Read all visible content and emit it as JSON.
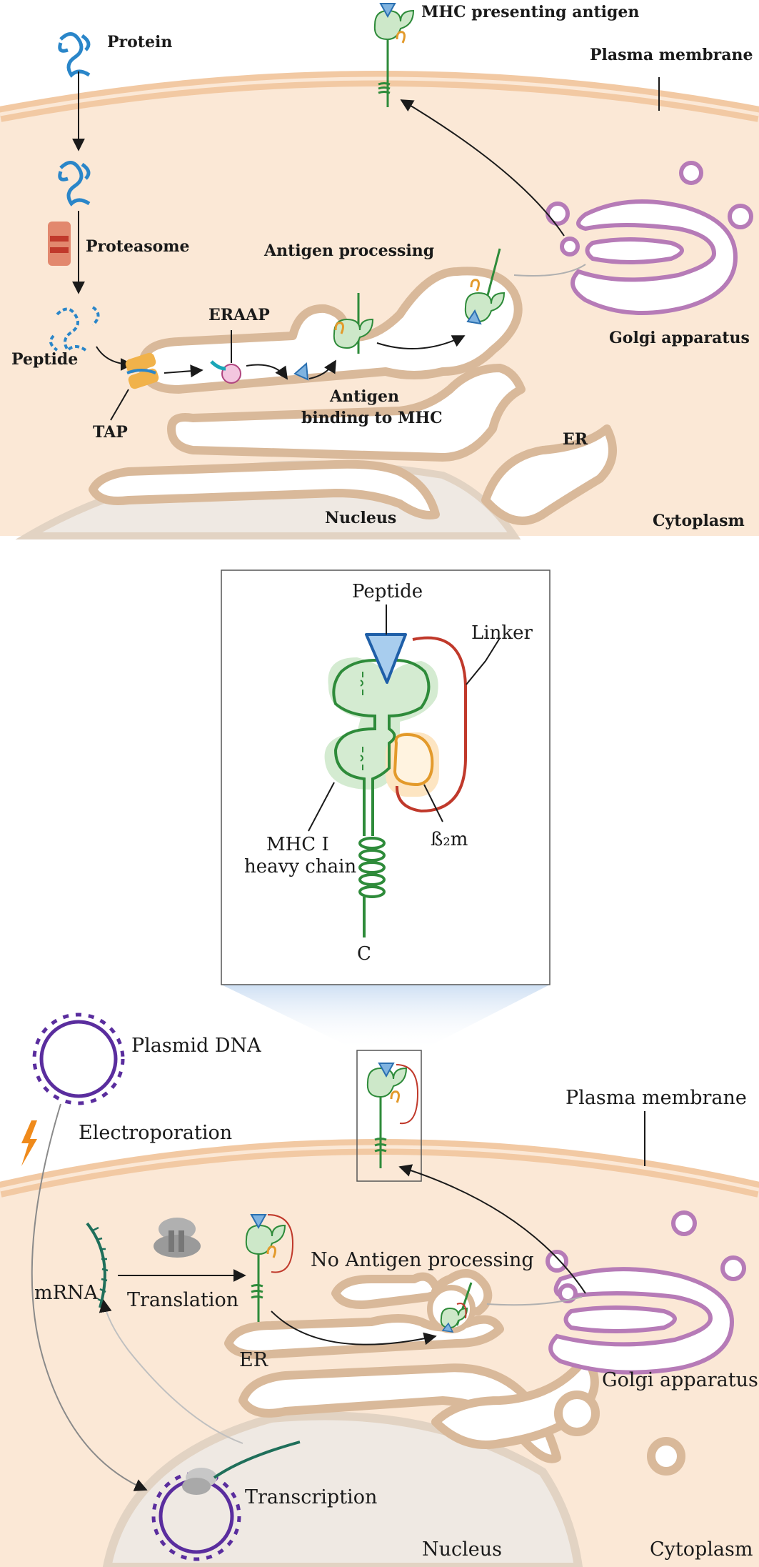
{
  "top_panel": {
    "mhc_presenting_antigen": "MHC presenting antigen",
    "protein": "Protein",
    "plasma_membrane": "Plasma membrane",
    "proteasome": "Proteasome",
    "antigen_processing": "Antigen processing",
    "eraap": "ERAAP",
    "peptide": "Peptide",
    "golgi_apparatus": "Golgi apparatus",
    "antigen_binding_line1": "Antigen",
    "antigen_binding_line2": "binding to MHC",
    "tap": "TAP",
    "er": "ER",
    "nucleus": "Nucleus",
    "cytoplasm": "Cytoplasm"
  },
  "inset": {
    "peptide": "Peptide",
    "linker": "Linker",
    "mhc_line1": "MHC I",
    "mhc_line2": "heavy chain",
    "b2m": "ß₂m",
    "c_terminus": "C"
  },
  "bottom_panel": {
    "plasmid_dna": "Plasmid DNA",
    "plasma_membrane": "Plasma membrane",
    "electroporation": "Electroporation",
    "no_antigen_processing": "No Antigen processing",
    "mrna": "mRNA",
    "translation": "Translation",
    "er": "ER",
    "golgi_apparatus": "Golgi apparatus",
    "transcription": "Transcription",
    "nucleus": "Nucleus",
    "cytoplasm": "Cytoplasm"
  },
  "colors": {
    "cytoplasm": "#fbe8d6",
    "membrane": "#f2c9a3",
    "er_outline": "#d9b99a",
    "nucleus": "#efe9e3",
    "golgi": "#b67bb7",
    "mhc_green": "#2e8b3a",
    "mhc_fill": "#cde8c9",
    "b2m_orange": "#e39a2b",
    "peptide_blue": "#7fb3e0",
    "linker_red": "#c0392b",
    "plasmid_purple": "#5a2d9e",
    "mrna_teal": "#1f6f5a"
  }
}
